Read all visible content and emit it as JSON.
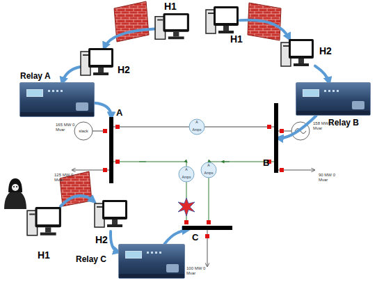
{
  "diagram": {
    "nodes": [
      {
        "text": [
          "H1"
        ]
      },
      {
        "text": [
          "H2"
        ]
      },
      {
        "text": [
          "Relay A"
        ]
      },
      {
        "text": [
          "A"
        ]
      },
      {
        "text": [
          "H1"
        ]
      },
      {
        "text": [
          "H2"
        ]
      },
      {
        "text": [
          "Relay B"
        ]
      },
      {
        "text": [
          "B"
        ]
      },
      {
        "text": [
          "H1"
        ]
      },
      {
        "text": [
          "H2"
        ]
      },
      {
        "text": [
          "Relay C"
        ]
      },
      {
        "text": [
          "C"
        ]
      }
    ],
    "edges": [
      {
        "from": 0,
        "to": 1,
        "arrow": "to"
      },
      {
        "from": 1,
        "to": 2,
        "arrow": "to"
      },
      {
        "from": 2,
        "to": 3,
        "arrow": "to"
      },
      {
        "from": 4,
        "to": 5,
        "arrow": "to"
      },
      {
        "from": 5,
        "to": 6,
        "arrow": "to"
      },
      {
        "from": 6,
        "to": 7,
        "arrow": "to"
      },
      {
        "from": 8,
        "to": 9,
        "arrow": "to"
      },
      {
        "from": 9,
        "to": 10,
        "arrow": "to"
      },
      {
        "from": 10,
        "to": 11,
        "arrow": "to"
      }
    ],
    "labels": [
      "slack",
      "165 MW 0 Mvar",
      "125 MW 0 Mvar",
      "158 MW 0 Mvar",
      "90 MW 0 Mvar",
      "A",
      "Amps",
      "A",
      "Amps",
      "A",
      "Amps",
      "100 MW 0 Mvar"
    ]
  }
}
